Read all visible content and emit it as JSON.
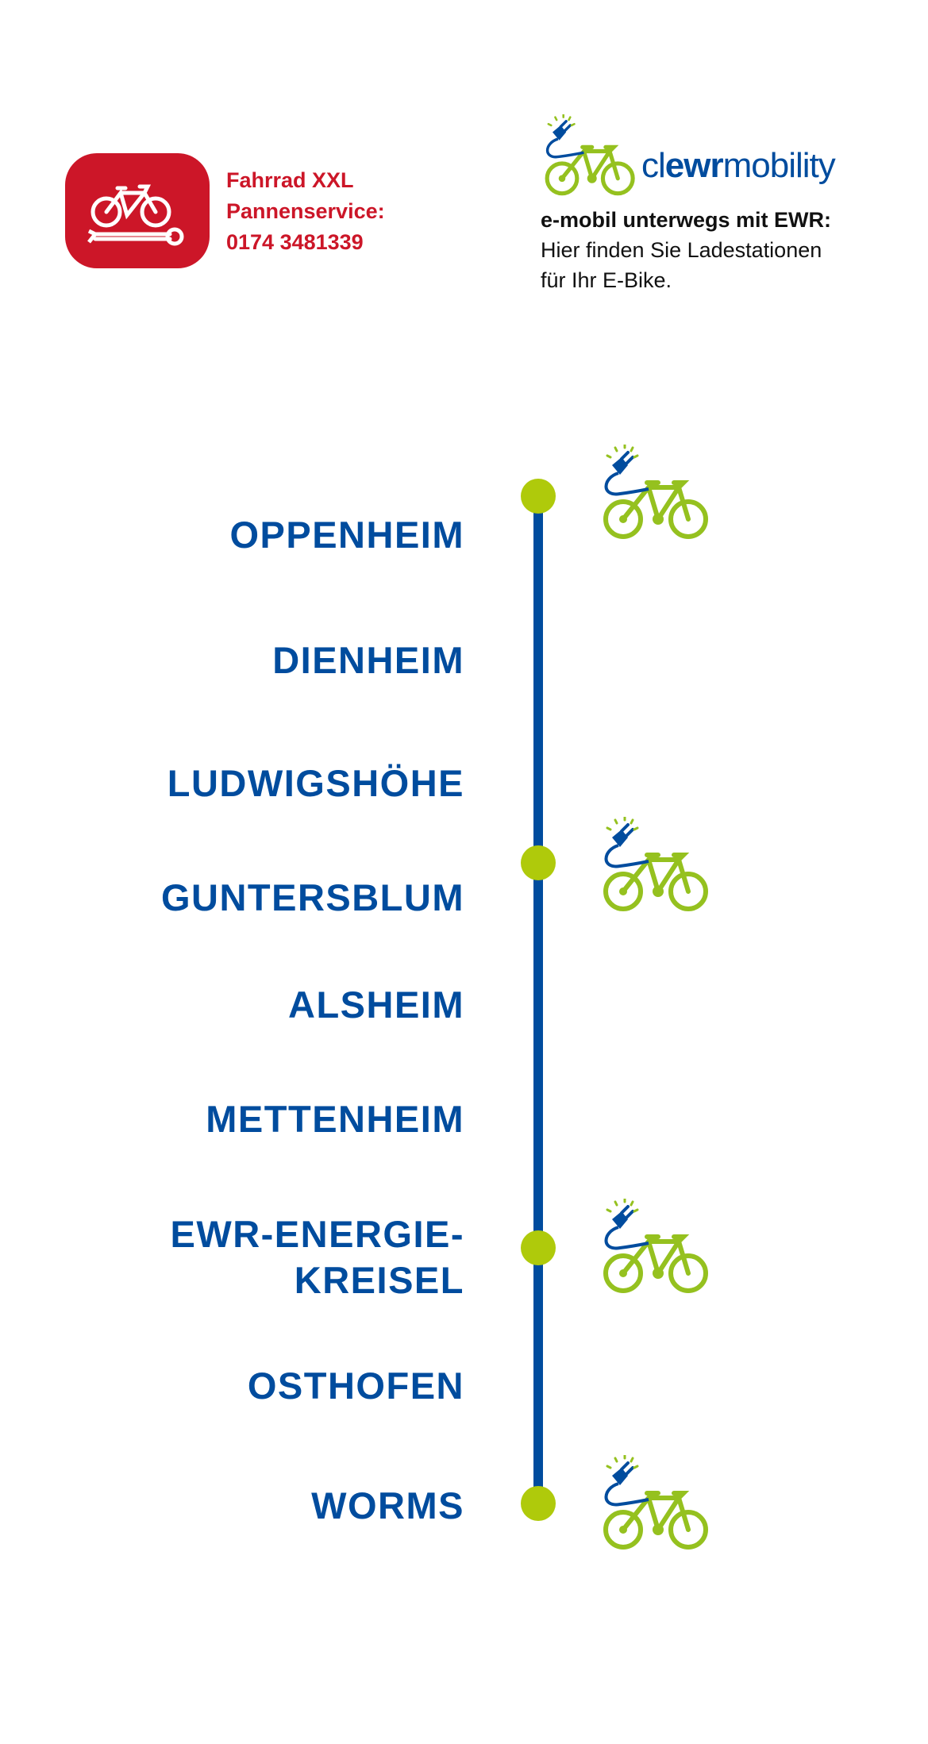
{
  "service": {
    "lines": [
      "Fahrrad XXL",
      "Pannenservice:",
      "0174 3481339"
    ],
    "icon": "bicycle-wrench-icon"
  },
  "logo": {
    "brand_light_1": "cl",
    "brand_bold": "ewr",
    "brand_light_2": "mobility",
    "icon": "e-bike-plug-icon"
  },
  "info": {
    "headline": "e-mobil unterwegs mit EWR:",
    "line1": "Hier finden Sie Ladestationen",
    "line2": "für Ihr E-Bike."
  },
  "stops": [
    {
      "name": "OPPENHEIM",
      "charging": true
    },
    {
      "name": "DIENHEIM",
      "charging": false
    },
    {
      "name": "LUDWIGSHÖHE",
      "charging": false
    },
    {
      "name": "GUNTERSBLUM",
      "charging": true
    },
    {
      "name": "ALSHEIM",
      "charging": false
    },
    {
      "name": "METTENHEIM",
      "charging": false
    },
    {
      "name": "EWR-ENERGIE-",
      "name2": "KREISEL",
      "charging": true
    },
    {
      "name": "OSTHOFEN",
      "charging": false
    },
    {
      "name": "WORMS",
      "charging": true
    }
  ],
  "colors": {
    "red": "#cc1628",
    "blue": "#004c9e",
    "green": "#afca0b",
    "bike_green": "#95c11f"
  }
}
